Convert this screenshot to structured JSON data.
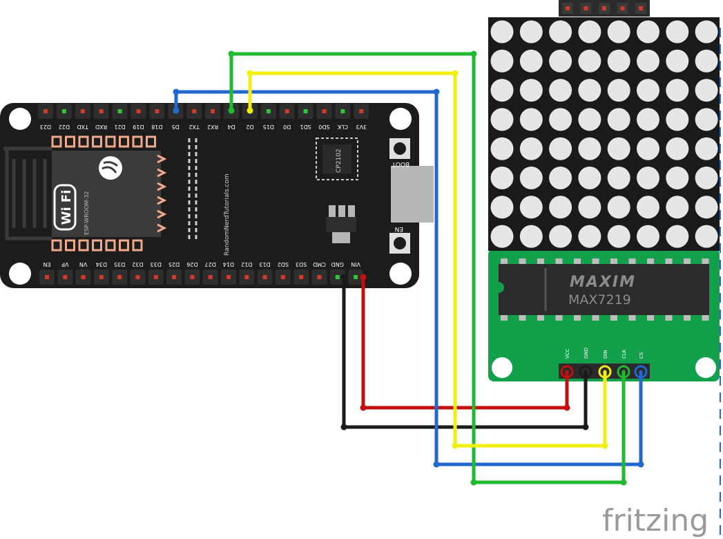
{
  "colors": {
    "board": "#1c1c1c",
    "module_pcb": "#12a14a",
    "led_matrix_body": "#1a1a1a",
    "led_dot": "#e6e6e6",
    "wire_green": "#1fba2f",
    "wire_yellow": "#f2ee0f",
    "wire_blue": "#2368cf",
    "wire_red": "#c40f0f",
    "wire_black": "#1a1a1a",
    "module_border_dash": "#2368cf"
  },
  "esp32": {
    "top_pins": [
      "D23",
      "D22",
      "TXD",
      "RXD",
      "D21",
      "D19",
      "D18",
      "D5",
      "TX2",
      "RX2",
      "D4",
      "D2",
      "D15",
      "D0",
      "SD1",
      "SD0",
      "CLK",
      "3V3"
    ],
    "bottom_pins": [
      "EN",
      "VP",
      "VN",
      "D34",
      "D35",
      "D32",
      "D33",
      "D25",
      "D26",
      "D27",
      "D14",
      "D12",
      "D13",
      "SD2",
      "SD3",
      "CMD",
      "GND",
      "VIN"
    ],
    "module_label": "ESP-WROOM-32",
    "wifi_label": "Wi Fi",
    "chip_label": "CP2102",
    "silkscreen": "RandomNerdTutorials.com",
    "boot_label": "BOOT",
    "en_label": "EN"
  },
  "max7219": {
    "brand": "MAXIM",
    "chip": "MAX7219",
    "pins": [
      "VCC",
      "GND",
      "DIN",
      "CLK",
      "CS"
    ]
  },
  "connections": [
    {
      "from": "VIN",
      "to": "VCC",
      "color": "red"
    },
    {
      "from": "GND",
      "to": "GND",
      "color": "black"
    },
    {
      "from": "D2",
      "to": "DIN",
      "color": "yellow"
    },
    {
      "from": "D5",
      "to": "CS",
      "color": "blue"
    },
    {
      "from": "D4",
      "to": "CLK",
      "color": "green"
    }
  ],
  "watermark": "fritzing"
}
